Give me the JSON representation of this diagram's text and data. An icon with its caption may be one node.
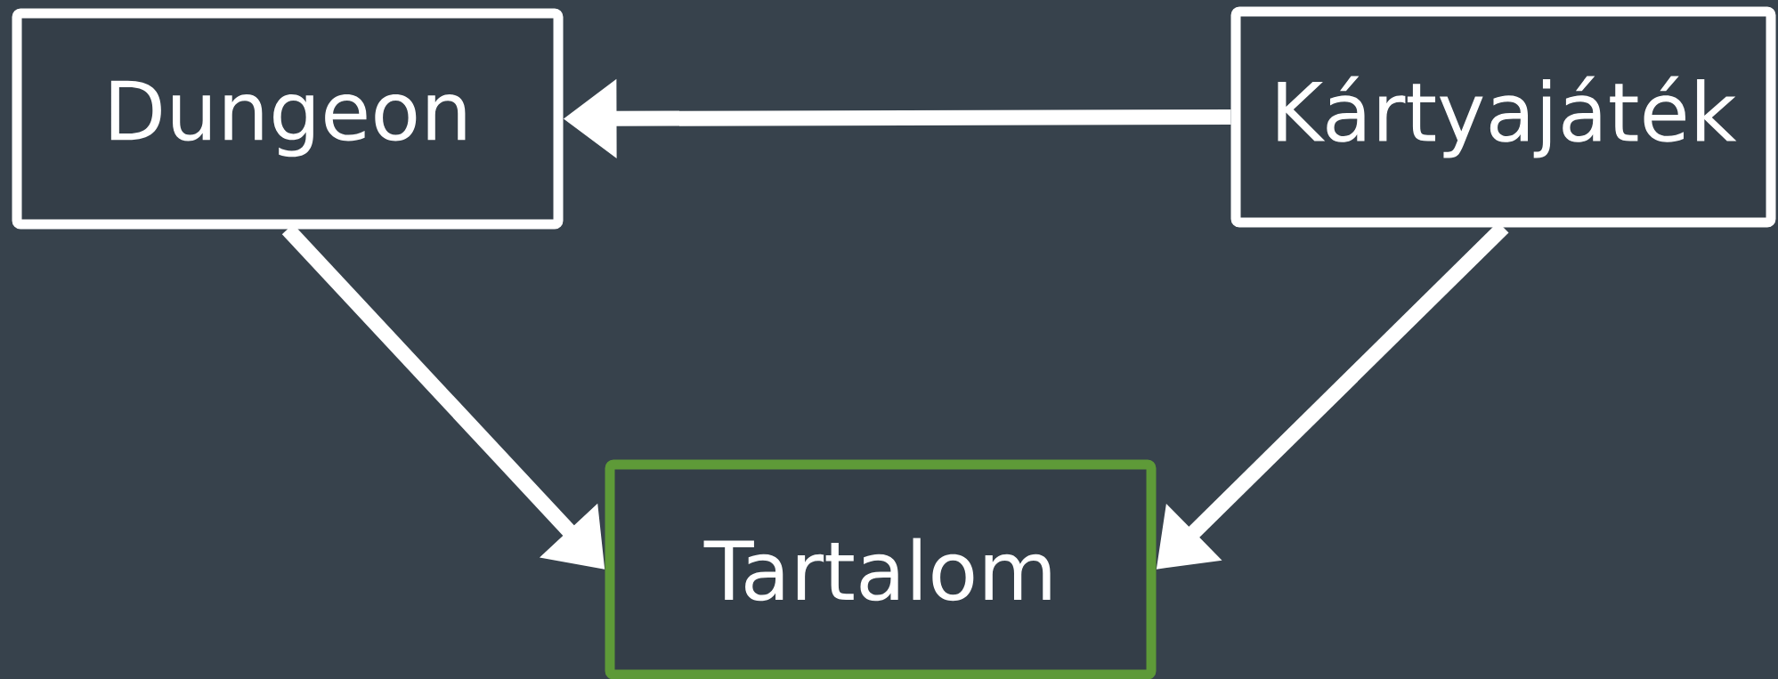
{
  "diagram": {
    "nodes": [
      {
        "text": [
          "Dungeon"
        ]
      },
      {
        "text": [
          "Kártyajáték"
        ]
      },
      {
        "text": [
          "Tartalom"
        ]
      }
    ],
    "edges": [
      {
        "from": 1,
        "to": 0,
        "arrow": "to"
      },
      {
        "from": 0,
        "to": 2,
        "arrow": "to"
      },
      {
        "from": 1,
        "to": 2,
        "arrow": "to"
      }
    ]
  }
}
